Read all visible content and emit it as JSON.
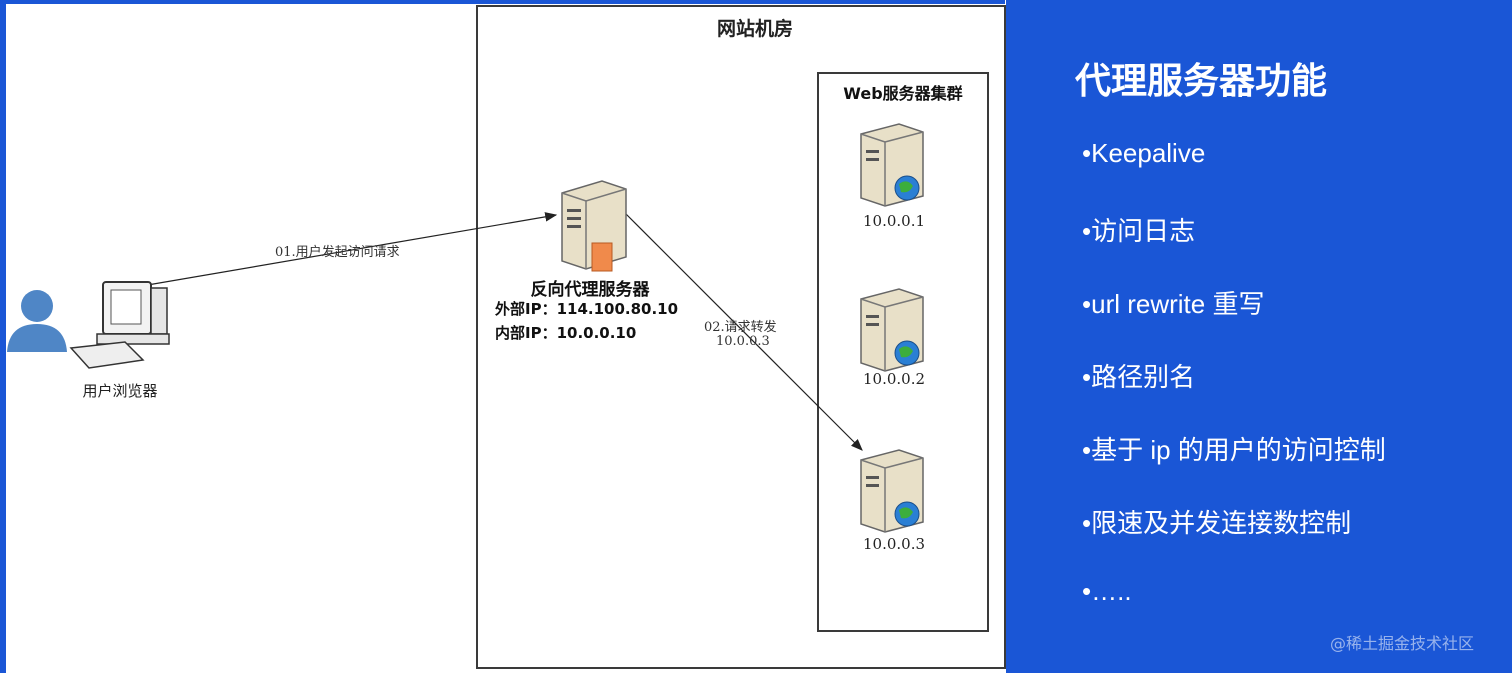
{
  "diagram": {
    "datacenter_title": "网站机房",
    "cluster_title": "Web服务器集群",
    "user": {
      "label": "用户浏览器",
      "icon": "user-computer-icon"
    },
    "proxy": {
      "name": "反向代理服务器",
      "external_ip": "外部IP：114.100.80.10",
      "internal_ip": "内部IP：10.0.0.10",
      "icon": "proxy-server-icon"
    },
    "servers": [
      {
        "label": "10.0.0.1",
        "icon": "web-server-icon"
      },
      {
        "label": "10.0.0.2",
        "icon": "web-server-icon"
      },
      {
        "label": "10.0.0.3",
        "icon": "web-server-icon"
      }
    ],
    "edges": [
      {
        "label": "01.用户发起访问请求"
      },
      {
        "label_line1": "02.请求转发",
        "label_line2": "10.0.0.3"
      }
    ]
  },
  "panel": {
    "title": "代理服务器功能",
    "items": [
      "•Keepalive",
      "•访问日志",
      "•url rewrite 重写",
      "•路径别名",
      "•基于 ip 的用户的访问控制",
      "•限速及并发连接数控制",
      "•….."
    ],
    "background": "#1a56d6"
  },
  "watermark": "@稀土掘金技术社区"
}
